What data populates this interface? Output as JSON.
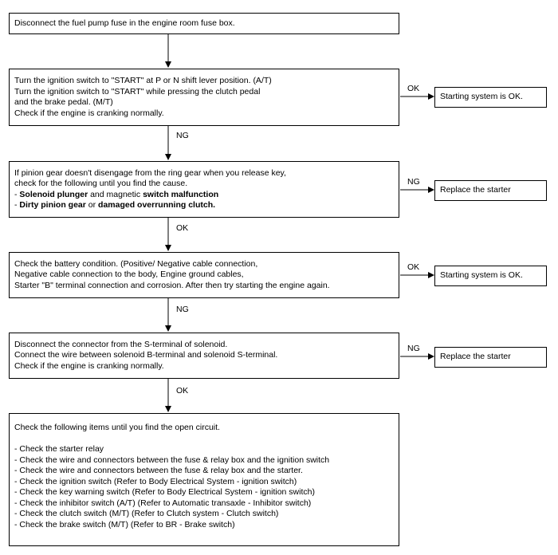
{
  "steps": {
    "step1": {
      "lines": [
        "Disconnect the fuel pump fuse in the engine room fuse box."
      ]
    },
    "step2": {
      "lines": [
        "Turn the ignition switch to \"START\" at P or N shift lever position. (A/T)",
        "Turn the ignition switch to \"START\" while pressing the clutch pedal",
        "and the brake pedal. (M/T)",
        "Check if the engine is cranking normally."
      ]
    },
    "step3": {
      "line1": "If pinion gear doesn't disengage from the ring gear when you release key,",
      "line2": "check for the following until you find the cause.",
      "line3_prefix": "- ",
      "line3_bold1": "Solenoid plunger",
      "line3_mid": " and magnetic ",
      "line3_bold2": "switch malfunction",
      "line4_prefix": "- ",
      "line4_bold1": "Dirty pinion gear",
      "line4_mid": " or ",
      "line4_bold2": "damaged overrunning clutch."
    },
    "step4": {
      "lines": [
        "Check the battery condition. (Positive/ Negative cable connection,",
        "Negative cable connection to the body, Engine ground cables,",
        "Starter \"B\" terminal connection and corrosion. After then try starting the engine again."
      ]
    },
    "step5": {
      "lines": [
        "Disconnect the connector from the S-terminal of solenoid.",
        "Connect the wire between solenoid B-terminal and solenoid S-terminal.",
        "Check if the engine is cranking normally."
      ]
    },
    "step6": {
      "heading": "Check the following items until you find the open circuit.",
      "items": [
        "- Check the starter relay",
        "- Check the wire and connectors between the fuse & relay box and the ignition switch",
        "- Check the wire and connectors between the fuse & relay box and the starter.",
        "- Check the ignition switch (Refer to Body Electrical System - ignition switch)",
        "- Check the key warning switch (Refer to Body Electrical System - ignition switch)",
        "- Check the inhibitor switch (A/T) (Refer to Automatic transaxle - Inhibitor switch)",
        "- Check the clutch switch (M/T) (Refer to Clutch system - Clutch switch)",
        "- Check the brake switch (M/T) (Refer to BR - Brake switch)"
      ]
    }
  },
  "results": {
    "r1": "Starting system is OK.",
    "r2": "Replace the starter",
    "r3": "Starting system is OK.",
    "r4": "Replace the starter"
  },
  "branch_labels": {
    "side1": "OK",
    "side2": "NG",
    "side3": "OK",
    "side4": "NG",
    "down1": "NG",
    "down2": "OK",
    "down3": "NG",
    "down4": "OK"
  }
}
